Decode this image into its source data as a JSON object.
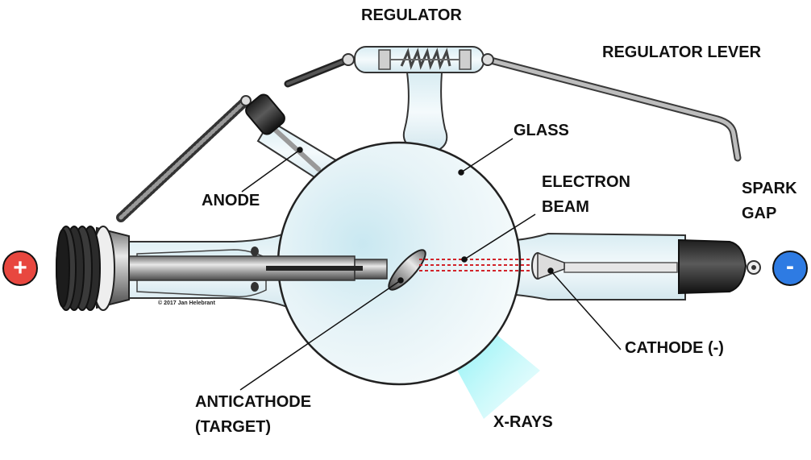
{
  "labels": {
    "regulator": "REGULATOR",
    "regulator_lever": "REGULATOR LEVER",
    "glass": "GLASS",
    "electron_beam_1": "ELECTRON",
    "electron_beam_2": "BEAM",
    "spark_gap_1": "SPARK",
    "spark_gap_2": "GAP",
    "anode": "ANODE",
    "cathode": "CATHODE (-)",
    "anticathode_1": "ANTICATHODE",
    "anticathode_2": "(TARGET)",
    "x_rays": "X-RAYS",
    "plus": "+",
    "minus": "-",
    "copyright": "© 2017 Jan Helebrant"
  },
  "colors": {
    "positive": "#e8473f",
    "negative": "#2e7be3",
    "xray": "#3ee7ea",
    "beam": "#d2232a",
    "glass": "#e3f2f7",
    "outline": "#222222"
  }
}
